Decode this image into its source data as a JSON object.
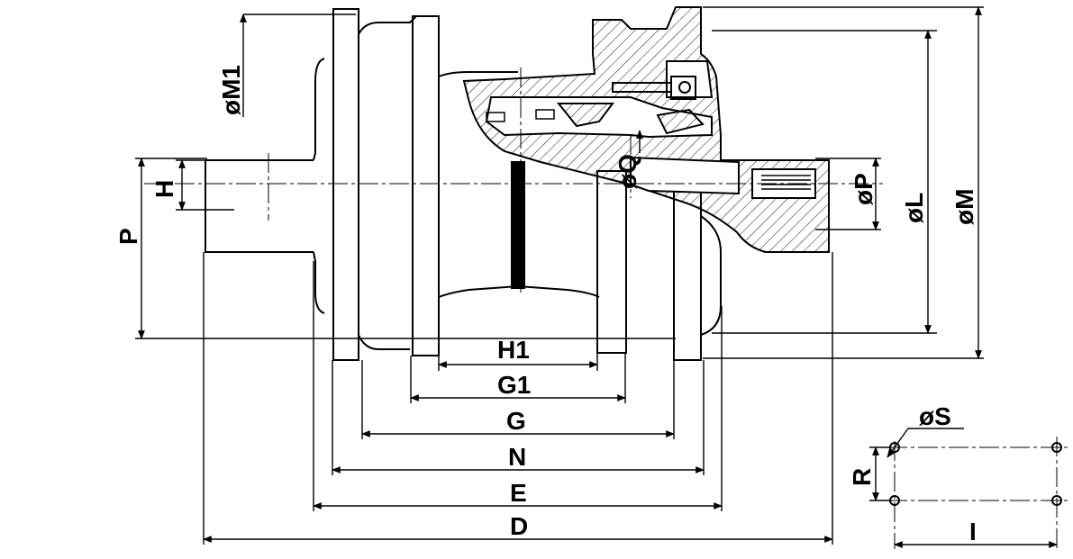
{
  "labels": {
    "m1": "øM1",
    "h": "H",
    "p": "P",
    "q": "øQ",
    "phi_p": "øP",
    "l": "øL",
    "m": "øM",
    "h1": "H1",
    "g1": "G1",
    "g": "G",
    "n": "N",
    "e": "E",
    "d": "D",
    "s": "øS",
    "r": "R",
    "i": "I"
  },
  "colors": {
    "line": "#000000",
    "background": "#ffffff"
  }
}
